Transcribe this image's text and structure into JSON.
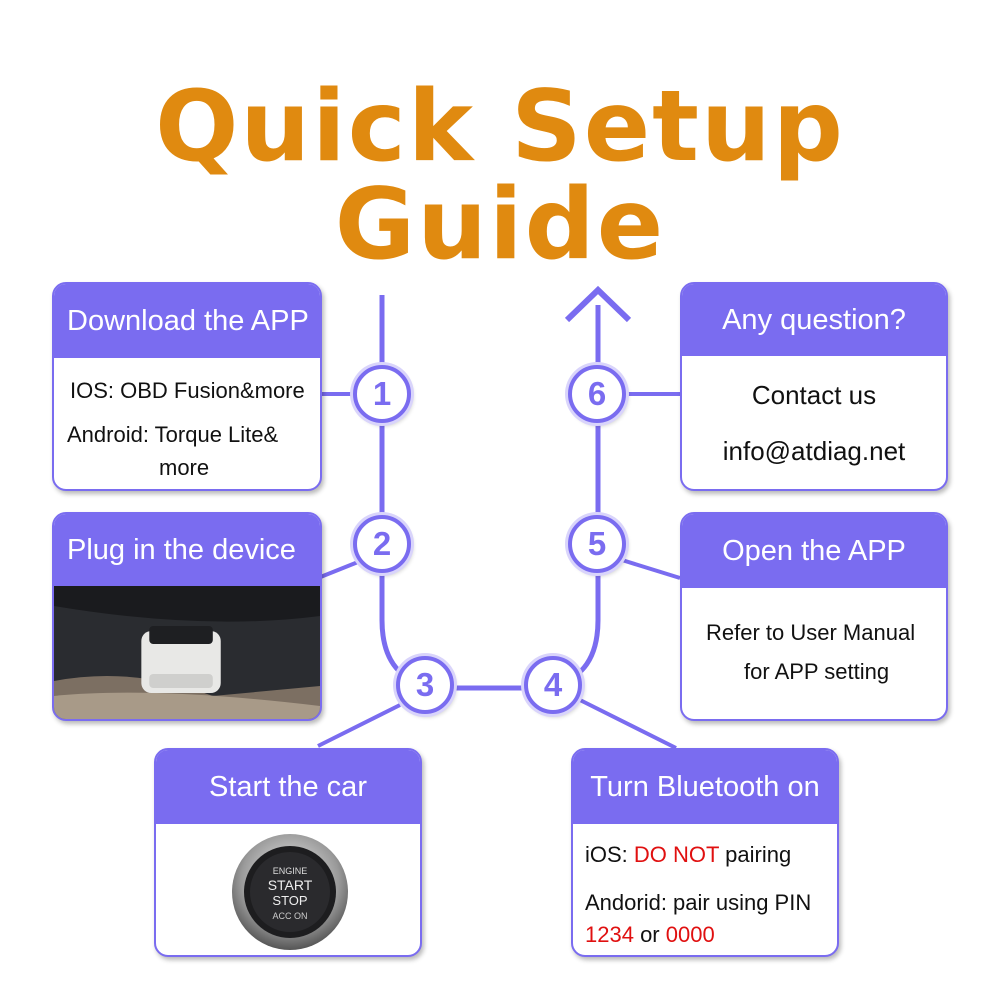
{
  "title": "Quick Setup Guide",
  "colors": {
    "accent": "#7a6cf0",
    "title": "#e08a10",
    "highlight": "#e01010"
  },
  "steps": [
    {
      "number": "1",
      "heading": "Download the APP",
      "lines": [
        "IOS: OBD Fusion&more",
        "Android: Torque Lite&",
        "more"
      ]
    },
    {
      "number": "2",
      "heading": "Plug in the device"
    },
    {
      "number": "3",
      "heading": "Start the car",
      "button_label": [
        "ENGINE",
        "START",
        "STOP",
        "ACC ON"
      ]
    },
    {
      "number": "4",
      "heading": "Turn Bluetooth on",
      "ios_prefix": "iOS: ",
      "ios_warning": "DO NOT",
      "ios_suffix": " pairing",
      "android_line": "Andorid: pair using PIN",
      "pin_1": "1234",
      "pin_or": " or ",
      "pin_2": "0000"
    },
    {
      "number": "5",
      "heading": "Open the APP",
      "lines": [
        "Refer to User Manual",
        "for APP setting"
      ]
    },
    {
      "number": "6",
      "heading": "Any question?",
      "lines": [
        "Contact us",
        "info@atdiag.net"
      ]
    }
  ]
}
